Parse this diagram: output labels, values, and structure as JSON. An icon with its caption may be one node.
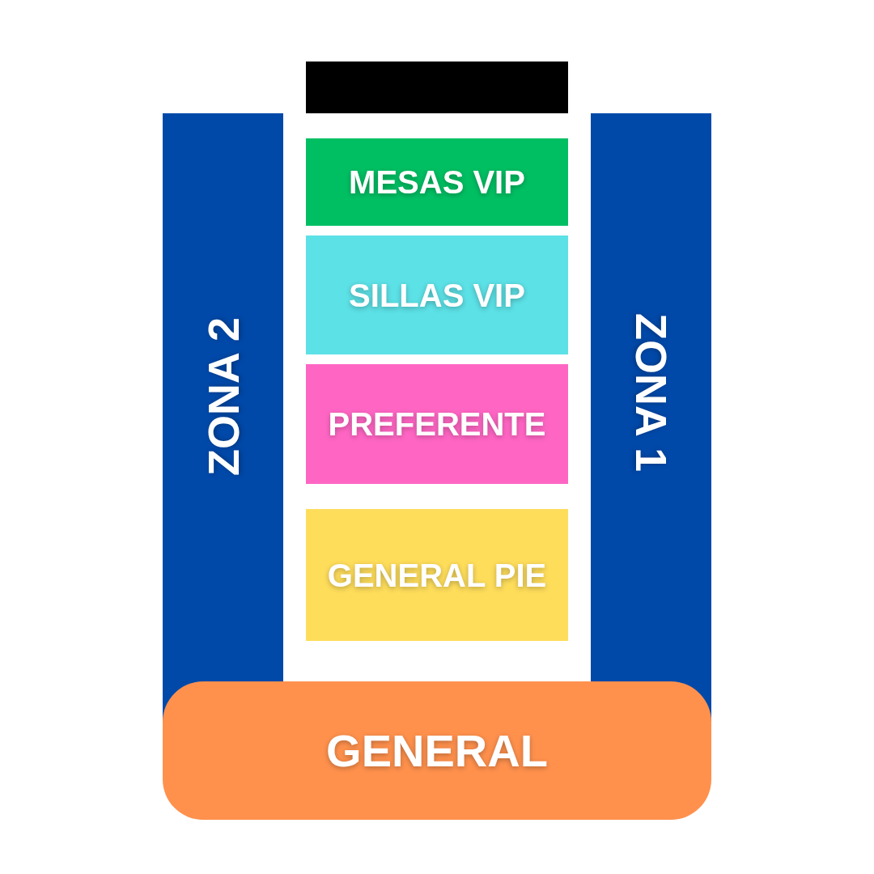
{
  "diagram": {
    "nodes": [
      {
        "text": [],
        "shape": "box"
      },
      {
        "text": [
          "ZONA 2"
        ]
      },
      {
        "text": [
          "MESAS VIP"
        ]
      },
      {
        "text": [
          "SILLAS VIP"
        ]
      },
      {
        "text": [
          "PREFERENTE"
        ]
      },
      {
        "text": [
          "GENERAL PIE"
        ]
      },
      {
        "text": [
          "ZONA 1"
        ]
      },
      {
        "text": [
          "GENERAL"
        ]
      }
    ]
  }
}
